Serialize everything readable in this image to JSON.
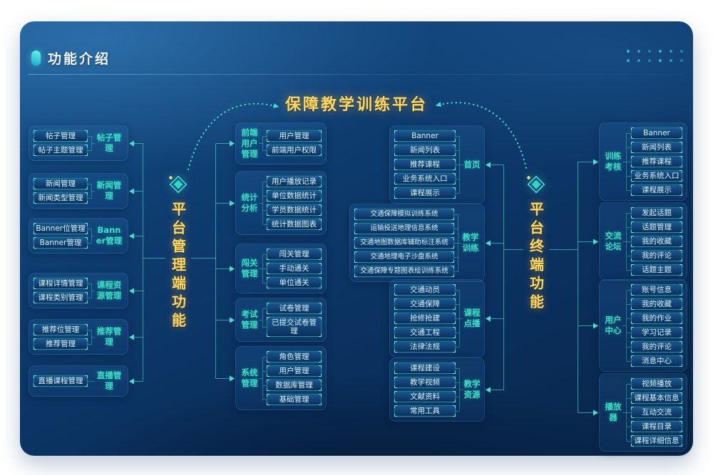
{
  "header": {
    "title": "功能介绍"
  },
  "center_title": "保障教学训练平台",
  "hubs": {
    "left": "平台管理端功能",
    "right": "平台终端功能"
  },
  "colors": {
    "accent_teal": "#3fe0cf",
    "title_gold": "#ffd75e",
    "panel_blue": "#0d3a6c"
  },
  "columns": {
    "admin_left": [
      {
        "label": "帖子管理",
        "items": [
          "帖子管理",
          "帖子主题管理"
        ]
      },
      {
        "label": "新闻管理",
        "items": [
          "新闻管理",
          "新闻类型管理"
        ]
      },
      {
        "label": "Banner管理",
        "items": [
          "Banner位管理",
          "Banner管理"
        ]
      },
      {
        "label": "课程资源管理",
        "items": [
          "课程详情管理",
          "课程类别管理"
        ]
      },
      {
        "label": "推荐管理",
        "items": [
          "推荐位管理",
          "推荐管理"
        ]
      },
      {
        "label": "直播管理",
        "items": [
          "直播课程管理"
        ]
      }
    ],
    "admin_right": [
      {
        "label": "前端用户管理",
        "items": [
          "用户管理",
          "前端用户权限"
        ]
      },
      {
        "label": "统计分析",
        "items": [
          "用户播放记录",
          "单位数据统计",
          "学员数据统计",
          "统计数据图表"
        ]
      },
      {
        "label": "闯关管理",
        "items": [
          "闯关管理",
          "手动通关",
          "单位通关"
        ]
      },
      {
        "label": "考试管理",
        "items": [
          "试卷管理",
          "已提交试卷管理"
        ]
      },
      {
        "label": "系统管理",
        "items": [
          "角色管理",
          "用户管理",
          "数据库管理",
          "基础管理"
        ]
      }
    ],
    "terminal_left": [
      {
        "label": "首页",
        "items": [
          "Banner",
          "新闻列表",
          "推荐课程",
          "业务系统入口",
          "课程展示"
        ]
      },
      {
        "label": "教学训练",
        "items": [
          "交通保障模拟训练系统",
          "运输投送地理信息系统",
          "交通地图数据库辅助标注系统",
          "交通地理电子沙盘系统",
          "交通保障专题图表绘训练系统"
        ]
      },
      {
        "label": "课程点播",
        "items": [
          "交通动员",
          "交通保障",
          "抢修抢建",
          "交通工程",
          "法律法规"
        ]
      },
      {
        "label": "教学资源",
        "items": [
          "课程建设",
          "教学视频",
          "文献资料",
          "常用工具"
        ]
      }
    ],
    "terminal_right": [
      {
        "label": "训练考核",
        "items": [
          "Banner",
          "新闻列表",
          "推荐课程",
          "业务系统入口",
          "课程展示"
        ]
      },
      {
        "label": "交流论坛",
        "items": [
          "发起话题",
          "话题管理",
          "我的收藏",
          "我的评论",
          "话题主题"
        ]
      },
      {
        "label": "用户中心",
        "items": [
          "账号信息",
          "我的收藏",
          "我的作业",
          "学习记录",
          "我的评论",
          "消息中心"
        ]
      },
      {
        "label": "播放器",
        "items": [
          "视频播放",
          "课程基本信息",
          "互动交流",
          "课程目录",
          "课程详细信息"
        ]
      }
    ]
  }
}
